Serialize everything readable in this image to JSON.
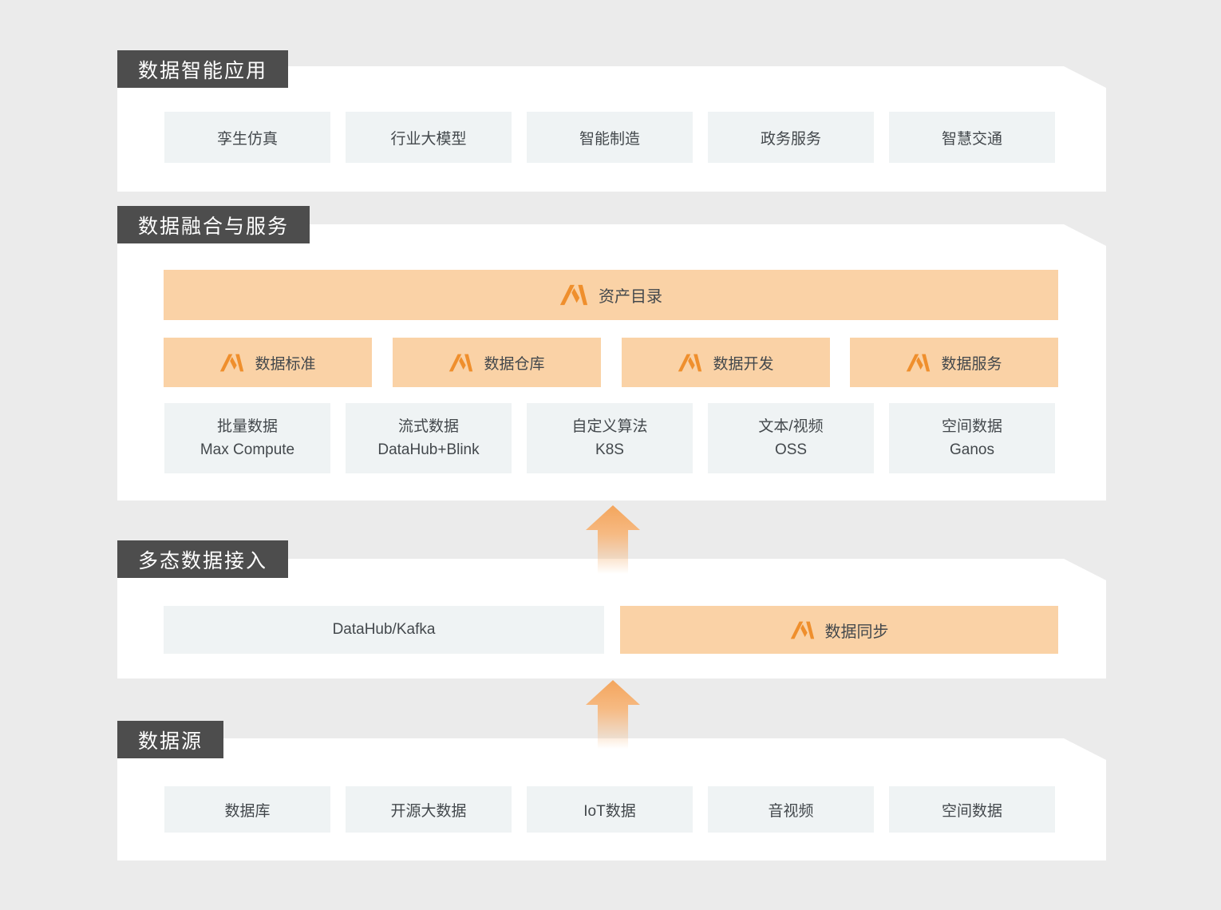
{
  "colors": {
    "background": "#ebebeb",
    "panel": "#ffffff",
    "label_bg": "#4d4d4d",
    "label_text": "#ffffff",
    "light_box_bg": "#eff3f4",
    "orange_box_bg": "#fad2a6",
    "icon_orange": "#ef8f2d",
    "box_text": "#43484c",
    "arrow_orange": "#f4a55c"
  },
  "layers": {
    "applications": {
      "label": "数据智能应用",
      "boxes": [
        "孪生仿真",
        "行业大模型",
        "智能制造",
        "政务服务",
        "智慧交通"
      ]
    },
    "fusion": {
      "label": "数据融合与服务",
      "banner": "资产目录",
      "orange_boxes": [
        "数据标准",
        "数据仓库",
        "数据开发",
        "数据服务"
      ],
      "light_boxes": [
        {
          "line1": "批量数据",
          "line2": "Max Compute"
        },
        {
          "line1": "流式数据",
          "line2": "DataHub+Blink"
        },
        {
          "line1": "自定义算法",
          "line2": "K8S"
        },
        {
          "line1": "文本/视频",
          "line2": "OSS"
        },
        {
          "line1": "空间数据",
          "line2": "Ganos"
        }
      ]
    },
    "access": {
      "label": "多态数据接入",
      "plain_box": "DataHub/Kafka",
      "orange_box": "数据同步"
    },
    "sources": {
      "label": "数据源",
      "boxes": [
        "数据库",
        "开源大数据",
        "IoT数据",
        "音视频",
        "空间数据"
      ]
    }
  }
}
